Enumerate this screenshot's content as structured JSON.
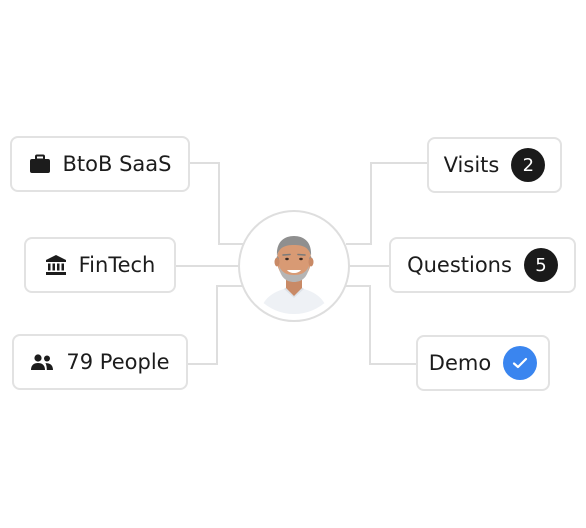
{
  "left_tags": [
    {
      "label": "BtoB SaaS",
      "icon": "briefcase-icon"
    },
    {
      "label": "FinTech",
      "icon": "bank-icon"
    },
    {
      "label": "79 People",
      "icon": "people-icon"
    }
  ],
  "right_tags": [
    {
      "label": "Visits",
      "badge": "2"
    },
    {
      "label": "Questions",
      "badge": "5"
    },
    {
      "label": "Demo",
      "status_icon": "check-icon"
    }
  ],
  "center": {
    "avatar": "person-avatar"
  },
  "colors": {
    "border": "#e2e2e2",
    "connector": "#dedede",
    "badge_dark": "#1a1a1a",
    "check_blue": "#3a85ef"
  }
}
